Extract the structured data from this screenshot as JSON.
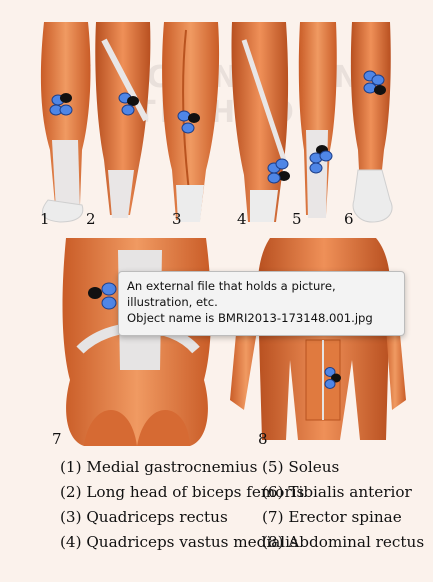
{
  "panels": [
    "1",
    "2",
    "3",
    "4",
    "5",
    "6",
    "7",
    "8"
  ],
  "tooltip": {
    "line1": "An external file that holds a picture,",
    "line2": "illustration, etc.",
    "line3": "Object name is BMRI2013-173148.001.jpg"
  },
  "legend": [
    "(1) Medial gastrocnemius",
    "(2) Long head of biceps femoris",
    "(3) Quadriceps rectus",
    "(4) Quadriceps vastus medialis",
    "(5) Soleus",
    "(6) Tibialis anterior",
    "(7) Erector spinae",
    "(8) Abdominal rectus"
  ],
  "colors": {
    "muscle": "#e07a3f",
    "muscle_dark": "#b9531f",
    "tendon": "#e9e6e6",
    "electrode": "#4f86e6",
    "background": "#fbf2ec"
  }
}
